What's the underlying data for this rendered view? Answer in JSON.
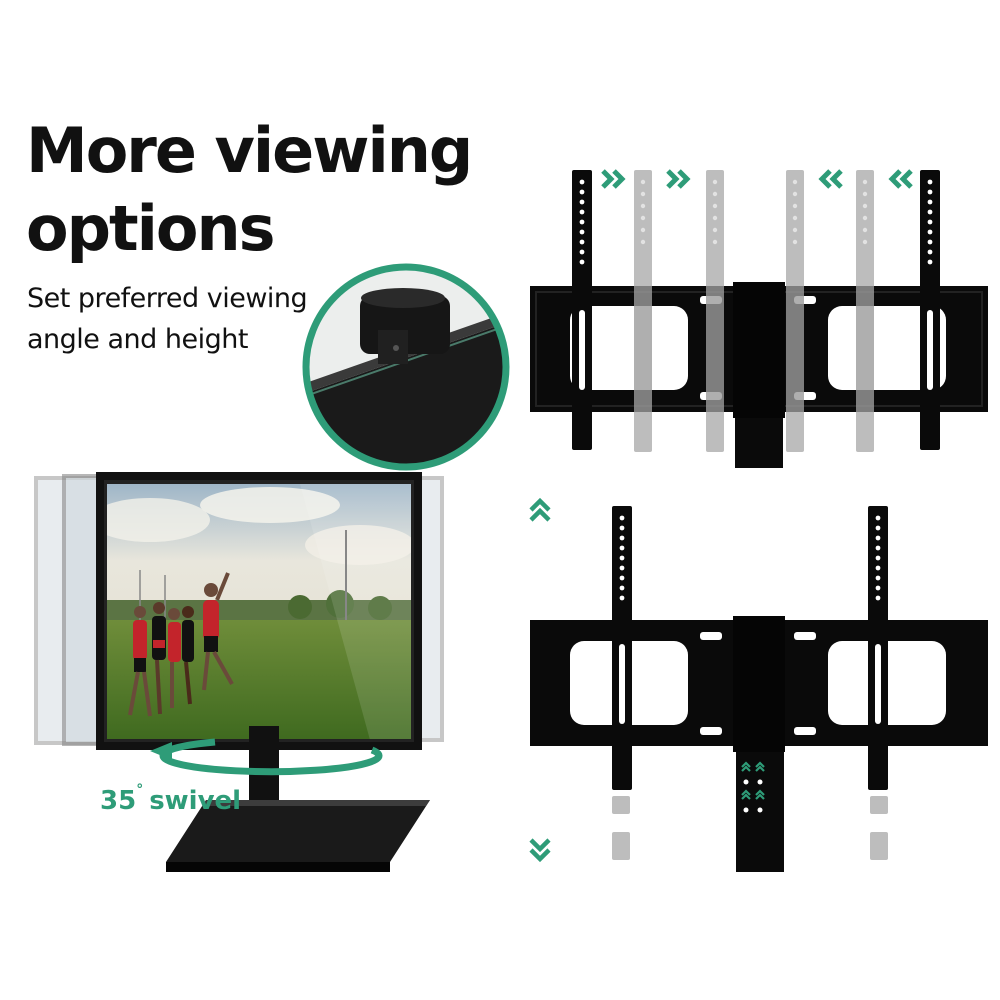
{
  "headline": {
    "line1": "More viewing",
    "line2": "options"
  },
  "subline": {
    "line1": "Set preferred viewing",
    "line2": "angle and height"
  },
  "swivel": {
    "degrees": "35",
    "degree_symbol": "°",
    "label": "swivel"
  },
  "colors": {
    "accent": "#2e9c78",
    "bracket": "#0a0a0a",
    "ghost": "#b8b8b8",
    "text": "#111111"
  },
  "icons": {
    "slide_right": "double-chevron-right-icon",
    "slide_left": "double-chevron-left-icon",
    "raise": "double-chevron-up-icon",
    "lower": "double-chevron-down-icon"
  }
}
